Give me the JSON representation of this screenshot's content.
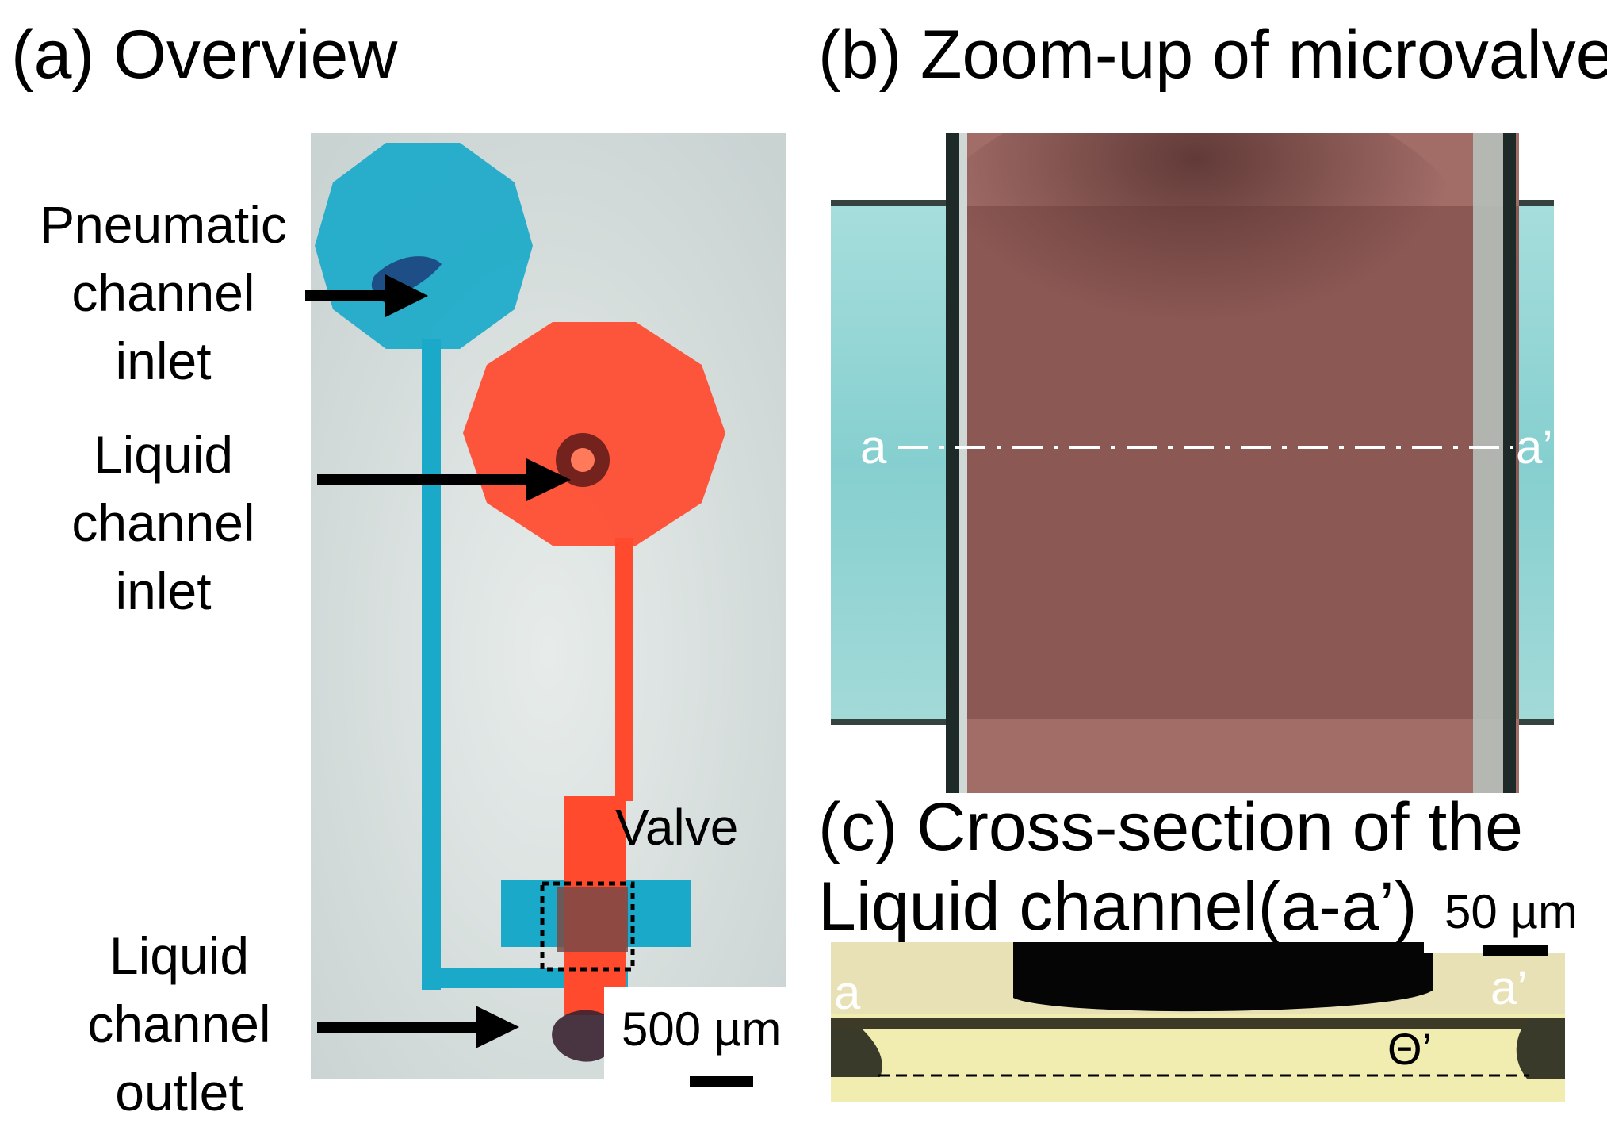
{
  "panels": {
    "a": {
      "title": "(a) Overview"
    },
    "b": {
      "title": "(b) Zoom-up of microvalve"
    },
    "c": {
      "title_line1": "(c) Cross-section of the",
      "title_line2": "Liquid channel(a-a’)"
    }
  },
  "labels": {
    "pneumatic_inlet": [
      "Pneumatic",
      "channel",
      "inlet"
    ],
    "liquid_inlet": [
      "Liquid",
      "channel",
      "inlet"
    ],
    "liquid_outlet": [
      "Liquid",
      "channel",
      "outlet"
    ],
    "valve": "Valve"
  },
  "scalebars": {
    "overview": "500 µm",
    "cross_section": "50 µm"
  },
  "markers": {
    "a": "a",
    "a_prime": "a’",
    "theta": "Θ’"
  },
  "colors": {
    "pneumatic": "#1aa9c9",
    "liquid": "#ff4a2e",
    "valve_zone": "#7a4a45",
    "zoom_red": "#a06a66",
    "zoom_cyan": "#8fd3d3",
    "cross_bg": "#f1ecb0"
  }
}
